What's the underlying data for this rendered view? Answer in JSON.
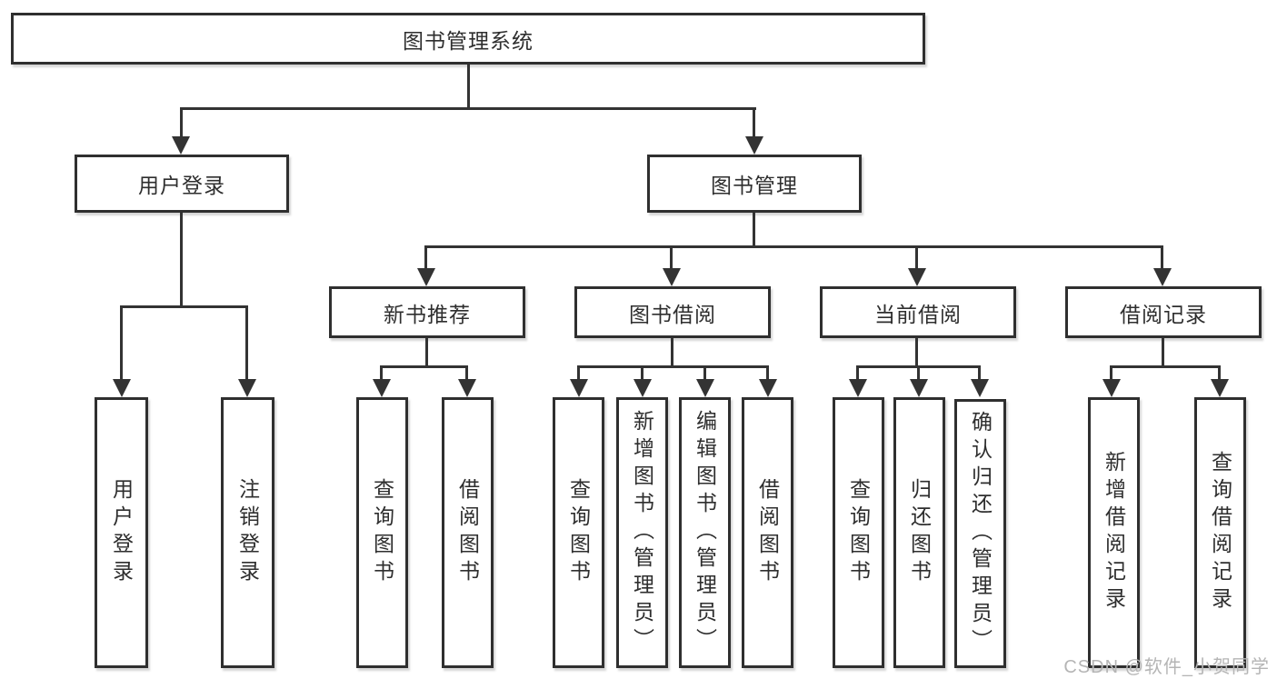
{
  "diagram": {
    "type": "hierarchy-tree",
    "root": {
      "label": "图书管理系统",
      "children": [
        {
          "label": "用户登录",
          "children": [
            {
              "label": "用户登录"
            },
            {
              "label": "注销登录"
            }
          ]
        },
        {
          "label": "图书管理",
          "children": [
            {
              "label": "新书推荐",
              "children": [
                {
                  "label": "查询图书"
                },
                {
                  "label": "借阅图书"
                }
              ]
            },
            {
              "label": "图书借阅",
              "children": [
                {
                  "label": "查询图书"
                },
                {
                  "label": "新增图书（管理员）"
                },
                {
                  "label": "编辑图书（管理员）"
                },
                {
                  "label": "借阅图书"
                }
              ]
            },
            {
              "label": "当前借阅",
              "children": [
                {
                  "label": "查询图书"
                },
                {
                  "label": "归还图书"
                },
                {
                  "label": "确认归还（管理员）"
                }
              ]
            },
            {
              "label": "借阅记录",
              "children": [
                {
                  "label": "新增借阅记录"
                },
                {
                  "label": "查询借阅记录"
                }
              ]
            }
          ]
        }
      ]
    }
  },
  "watermark": {
    "text": "CSDN @软件_小贺同学"
  },
  "colors": {
    "line": "#333333",
    "box_border": "#2f2f2f",
    "box_background": "#ffffff",
    "text": "#2e2e2e",
    "watermark": "#b5b5b5",
    "page_background": "#ffffff"
  }
}
